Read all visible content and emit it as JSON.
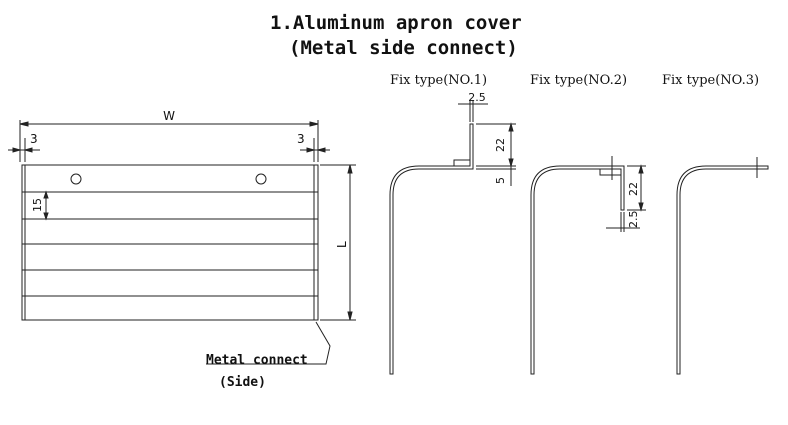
{
  "title": {
    "line1": "1.Aluminum apron cover",
    "line2": "(Metal side connect)"
  },
  "fix_types": [
    {
      "label": "Fix type(NO.1)",
      "dims": [
        "2.5",
        "22",
        "5"
      ]
    },
    {
      "label": "Fix type(NO.2)",
      "dims": [
        "22",
        "2.5"
      ]
    },
    {
      "label": "Fix type(NO.3)",
      "dims": []
    }
  ],
  "front_view": {
    "width_label": "W",
    "length_label": "L",
    "left_margin": "3",
    "right_margin": "3",
    "slat_height": "15"
  },
  "callout": {
    "line1": "Metal connect",
    "line2": "(Side)"
  }
}
